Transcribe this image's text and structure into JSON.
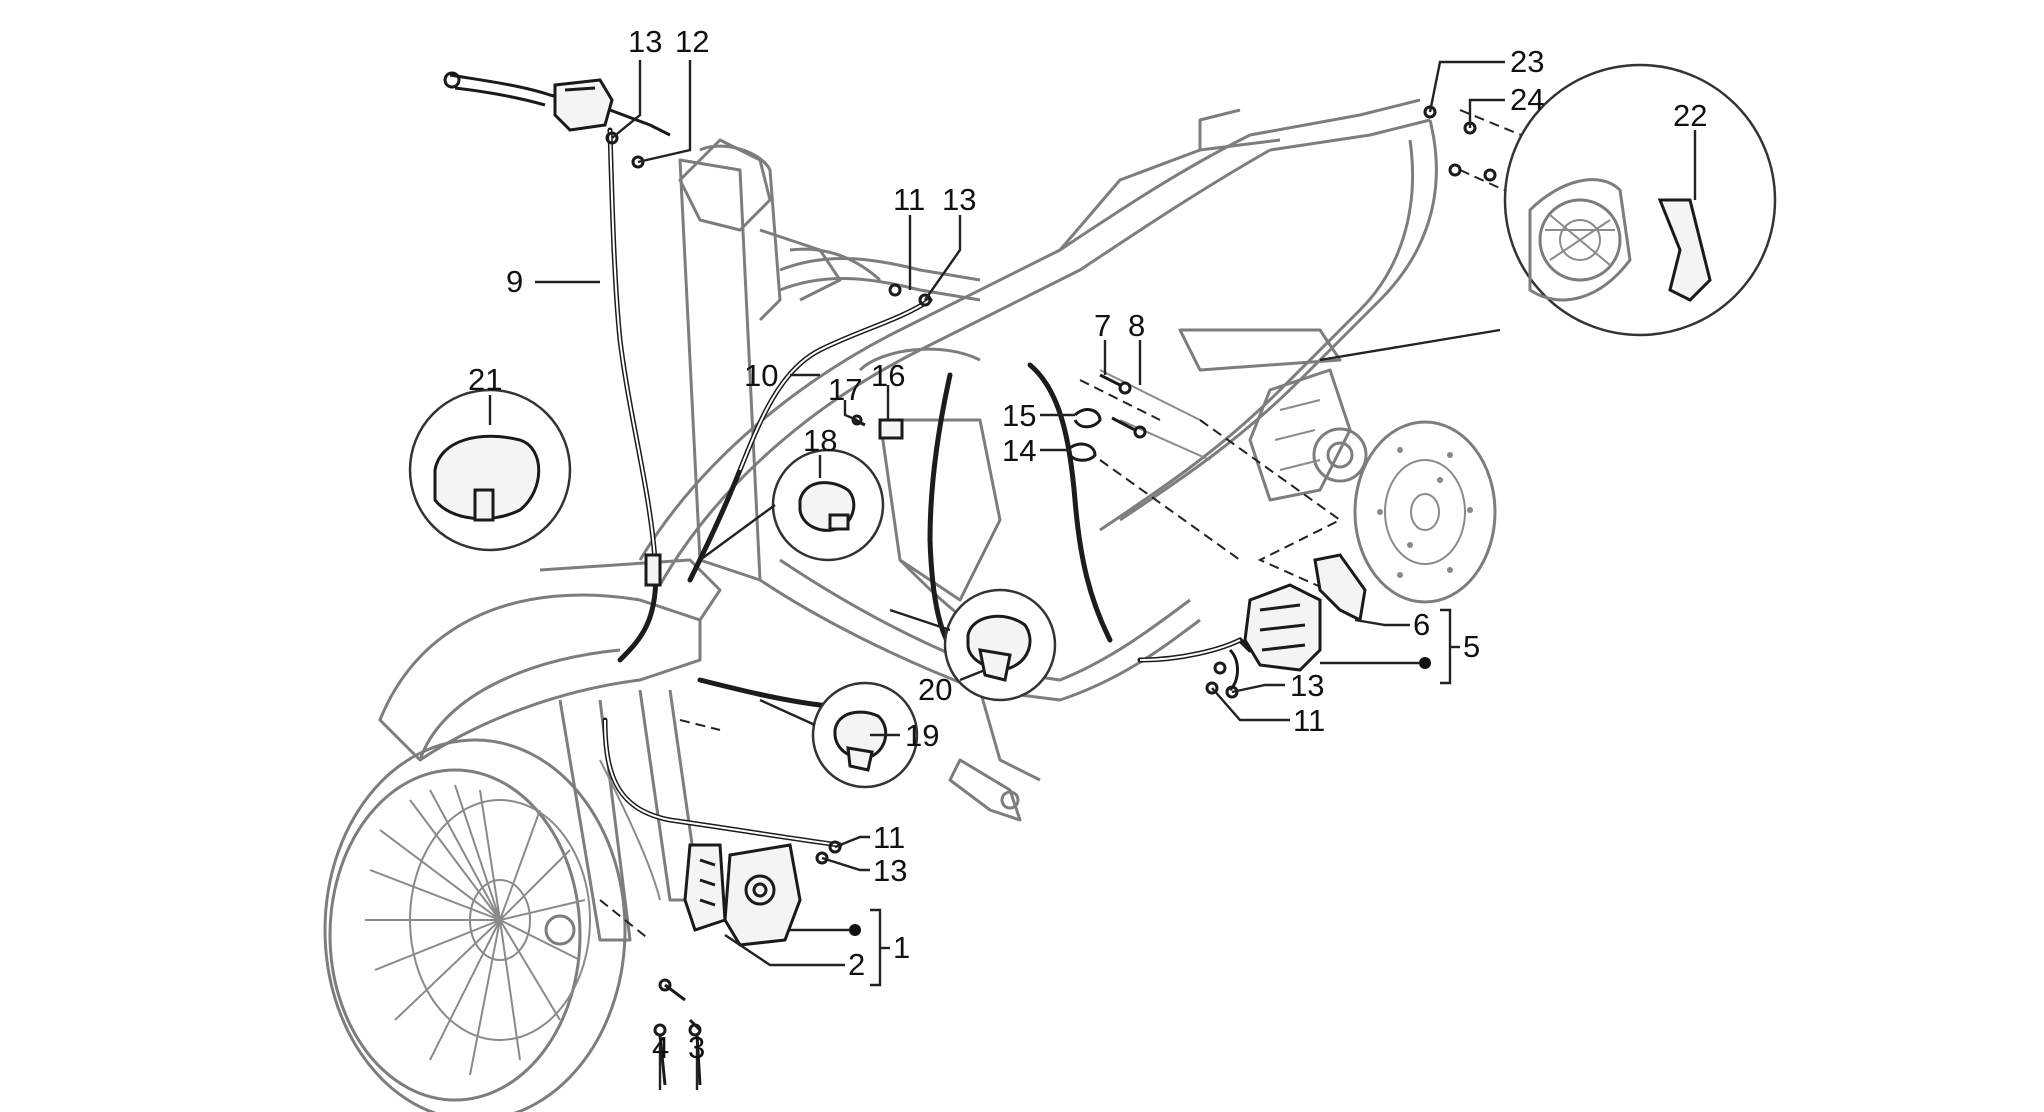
{
  "diagram": {
    "background": "#ffffff",
    "line_color": "#1a1a1a",
    "frame_color": "#7d7d7d",
    "labels": [
      {
        "id": "l1",
        "text": "1"
      },
      {
        "id": "l2",
        "text": "2"
      },
      {
        "id": "l3",
        "text": "3"
      },
      {
        "id": "l4",
        "text": "4"
      },
      {
        "id": "l5",
        "text": "5"
      },
      {
        "id": "l6",
        "text": "6"
      },
      {
        "id": "l7",
        "text": "7"
      },
      {
        "id": "l8",
        "text": "8"
      },
      {
        "id": "l9",
        "text": "9"
      },
      {
        "id": "l10",
        "text": "10"
      },
      {
        "id": "l11a",
        "text": "11"
      },
      {
        "id": "l11b",
        "text": "11"
      },
      {
        "id": "l11c",
        "text": "11"
      },
      {
        "id": "l12",
        "text": "12"
      },
      {
        "id": "l13a",
        "text": "13"
      },
      {
        "id": "l13b",
        "text": "13"
      },
      {
        "id": "l13c",
        "text": "13"
      },
      {
        "id": "l13d",
        "text": "13"
      },
      {
        "id": "l14",
        "text": "14"
      },
      {
        "id": "l15",
        "text": "15"
      },
      {
        "id": "l16",
        "text": "16"
      },
      {
        "id": "l17",
        "text": "17"
      },
      {
        "id": "l18",
        "text": "18"
      },
      {
        "id": "l19",
        "text": "19"
      },
      {
        "id": "l20",
        "text": "20"
      },
      {
        "id": "l21",
        "text": "21"
      },
      {
        "id": "l22",
        "text": "22"
      },
      {
        "id": "l23",
        "text": "23"
      },
      {
        "id": "l24",
        "text": "24"
      }
    ]
  }
}
